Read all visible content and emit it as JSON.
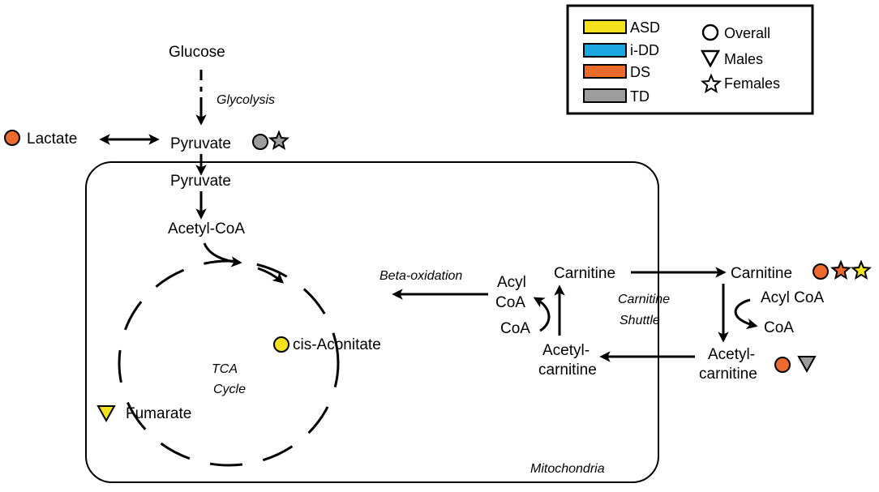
{
  "colors": {
    "asd": "#f6e21c",
    "idd": "#1aa7e0",
    "ds": "#ec6a2b",
    "td": "#9d9d9d",
    "ink": "#000000"
  },
  "legend": {
    "groups": [
      "ASD",
      "i-DD",
      "DS",
      "TD"
    ],
    "markers": [
      {
        "shape": "circle",
        "label": "Overall"
      },
      {
        "shape": "triangle",
        "label": "Males"
      },
      {
        "shape": "star",
        "label": "Females"
      }
    ]
  },
  "labels": {
    "glucose": "Glucose",
    "glycolysis": "Glycolysis",
    "lactate": "Lactate",
    "pyruvate_cyto": "Pyruvate",
    "pyruvate_mito": "Pyruvate",
    "acetyl_coa": "Acetyl-CoA",
    "tca_line1": "TCA",
    "tca_line2": "Cycle",
    "cis_aconitate": "cis-Aconitate",
    "fumarate": "Fumarate",
    "beta_oxidation": "Beta-oxidation",
    "acyl_coa_line1": "Acyl",
    "acyl_coa_line2": "CoA",
    "coa_left": "CoA",
    "carnitine_in": "Carnitine",
    "carnitine_out": "Carnitine",
    "shuttle_line1": "Carnitine",
    "shuttle_line2": "Shuttle",
    "acyl_coa_right": "Acyl CoA",
    "coa_right": "CoA",
    "acetylcarnitine_in_line1": "Acetyl-",
    "acetylcarnitine_in_line2": "carnitine",
    "acetylcarnitine_out_line1": "Acetyl-",
    "acetylcarnitine_out_line2": "carnitine",
    "mitochondria": "Mitochondria"
  },
  "markers": [
    {
      "id": "lactate-overall",
      "metabolite": "Lactate",
      "group": "DS",
      "shape": "circle"
    },
    {
      "id": "pyruvate-overall",
      "metabolite": "Pyruvate",
      "group": "TD",
      "shape": "circle"
    },
    {
      "id": "pyruvate-females",
      "metabolite": "Pyruvate",
      "group": "TD",
      "shape": "star"
    },
    {
      "id": "cis-aconitate-overall",
      "metabolite": "cis-Aconitate",
      "group": "ASD",
      "shape": "circle"
    },
    {
      "id": "fumarate-males",
      "metabolite": "Fumarate",
      "group": "ASD",
      "shape": "triangle"
    },
    {
      "id": "carnitine-overall",
      "metabolite": "Carnitine",
      "group": "DS",
      "shape": "circle"
    },
    {
      "id": "carnitine-females-ds",
      "metabolite": "Carnitine",
      "group": "DS",
      "shape": "star"
    },
    {
      "id": "carnitine-females-asd",
      "metabolite": "Carnitine",
      "group": "ASD",
      "shape": "star"
    },
    {
      "id": "acetylcarnitine-overall",
      "metabolite": "Acetyl-carnitine",
      "group": "DS",
      "shape": "circle"
    },
    {
      "id": "acetylcarnitine-males",
      "metabolite": "Acetyl-carnitine",
      "group": "TD",
      "shape": "triangle"
    }
  ]
}
